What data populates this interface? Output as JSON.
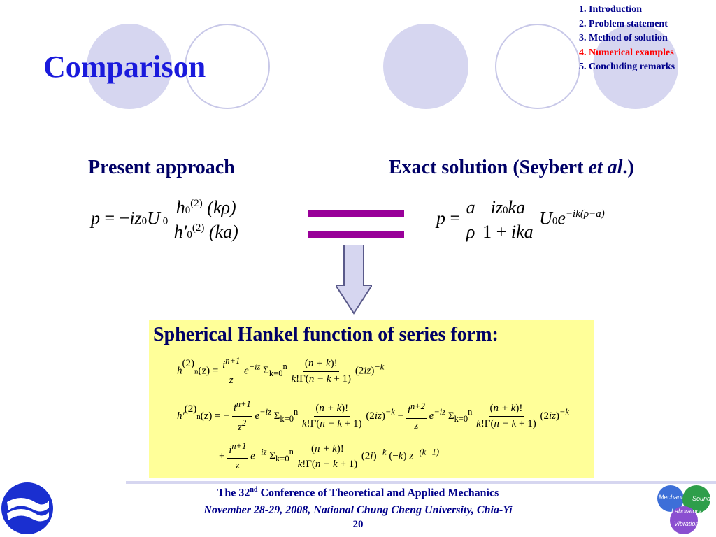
{
  "slide": {
    "title": "Comparison",
    "outline": [
      {
        "label": "1. Introduction",
        "active": false
      },
      {
        "label": "2. Problem statement",
        "active": false
      },
      {
        "label": "3. Method of solution",
        "active": false
      },
      {
        "label": "4. Numerical examples",
        "active": true
      },
      {
        "label": "5. Concluding remarks",
        "active": false
      }
    ],
    "left_heading": "Present approach",
    "right_heading_main": "Exact solution (Seybert ",
    "right_heading_italic": "et al",
    "right_heading_tail": ".)",
    "series_title": "Spherical Hankel function of series form:"
  },
  "footer": {
    "conf_prefix": "The 32",
    "conf_sup": "nd",
    "conf_suffix": " Conference of Theoretical and Applied Mechanics",
    "date_line": "November 28-29, 2008, National Chung Cheng University, Chia-Yi",
    "page_number": "20"
  },
  "logo_right": {
    "word1": "Mechanics",
    "word2": "Sound",
    "word3": "Laboratory",
    "word4": "Vibration"
  },
  "colors": {
    "title": "#1a1adc",
    "outline_active": "#ff0000",
    "outline_default": "#00008b",
    "equals_sign": "#990099",
    "series_box": "#ffff99",
    "decor_circle": "#d6d6f0"
  },
  "icons": [
    "arrow-down-icon",
    "equals-sign-icon",
    "ntu-logo-icon",
    "msvlab-logo-icon"
  ]
}
